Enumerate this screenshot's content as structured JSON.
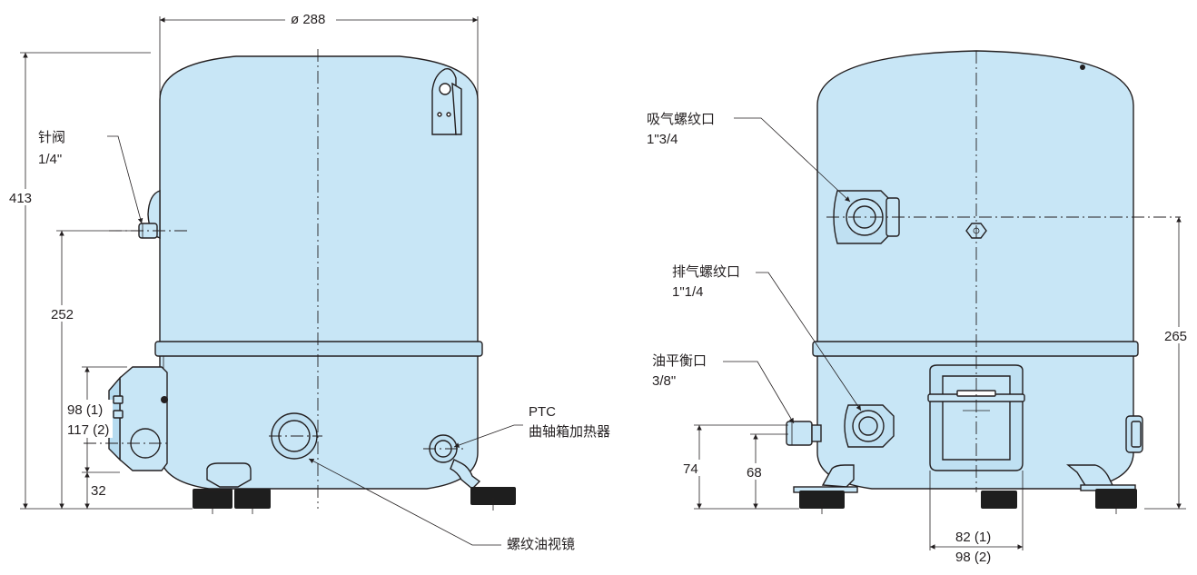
{
  "colors": {
    "shell": "#c8e6f6",
    "shell_dark": "#a9d3ea",
    "line": "#231f20",
    "foot": "#1e1e1e",
    "background": "#ffffff"
  },
  "left_view": {
    "dim_diameter": "ø 288",
    "dim_height": "413",
    "dim_valve_height": "252",
    "dim_box_1": "98 (1)",
    "dim_box_2": "117 (2)",
    "dim_bottom": "32",
    "label_needle_valve": "针阀",
    "label_needle_valve_size": "1/4\"",
    "label_ptc": "PTC",
    "label_ptc_heater": "曲轴箱加热器",
    "label_sight_glass": "螺纹油视镜"
  },
  "right_view": {
    "label_suction": "吸气螺纹口",
    "label_suction_size": "1\"3/4",
    "label_discharge": "排气螺纹口",
    "label_discharge_size": "1\"1/4",
    "label_oil_eq": "油平衡口",
    "label_oil_eq_size": "3/8\"",
    "dim_265": "265",
    "dim_74": "74",
    "dim_68": "68",
    "dim_width_1": "82 (1)",
    "dim_width_2": "98 (2)"
  }
}
